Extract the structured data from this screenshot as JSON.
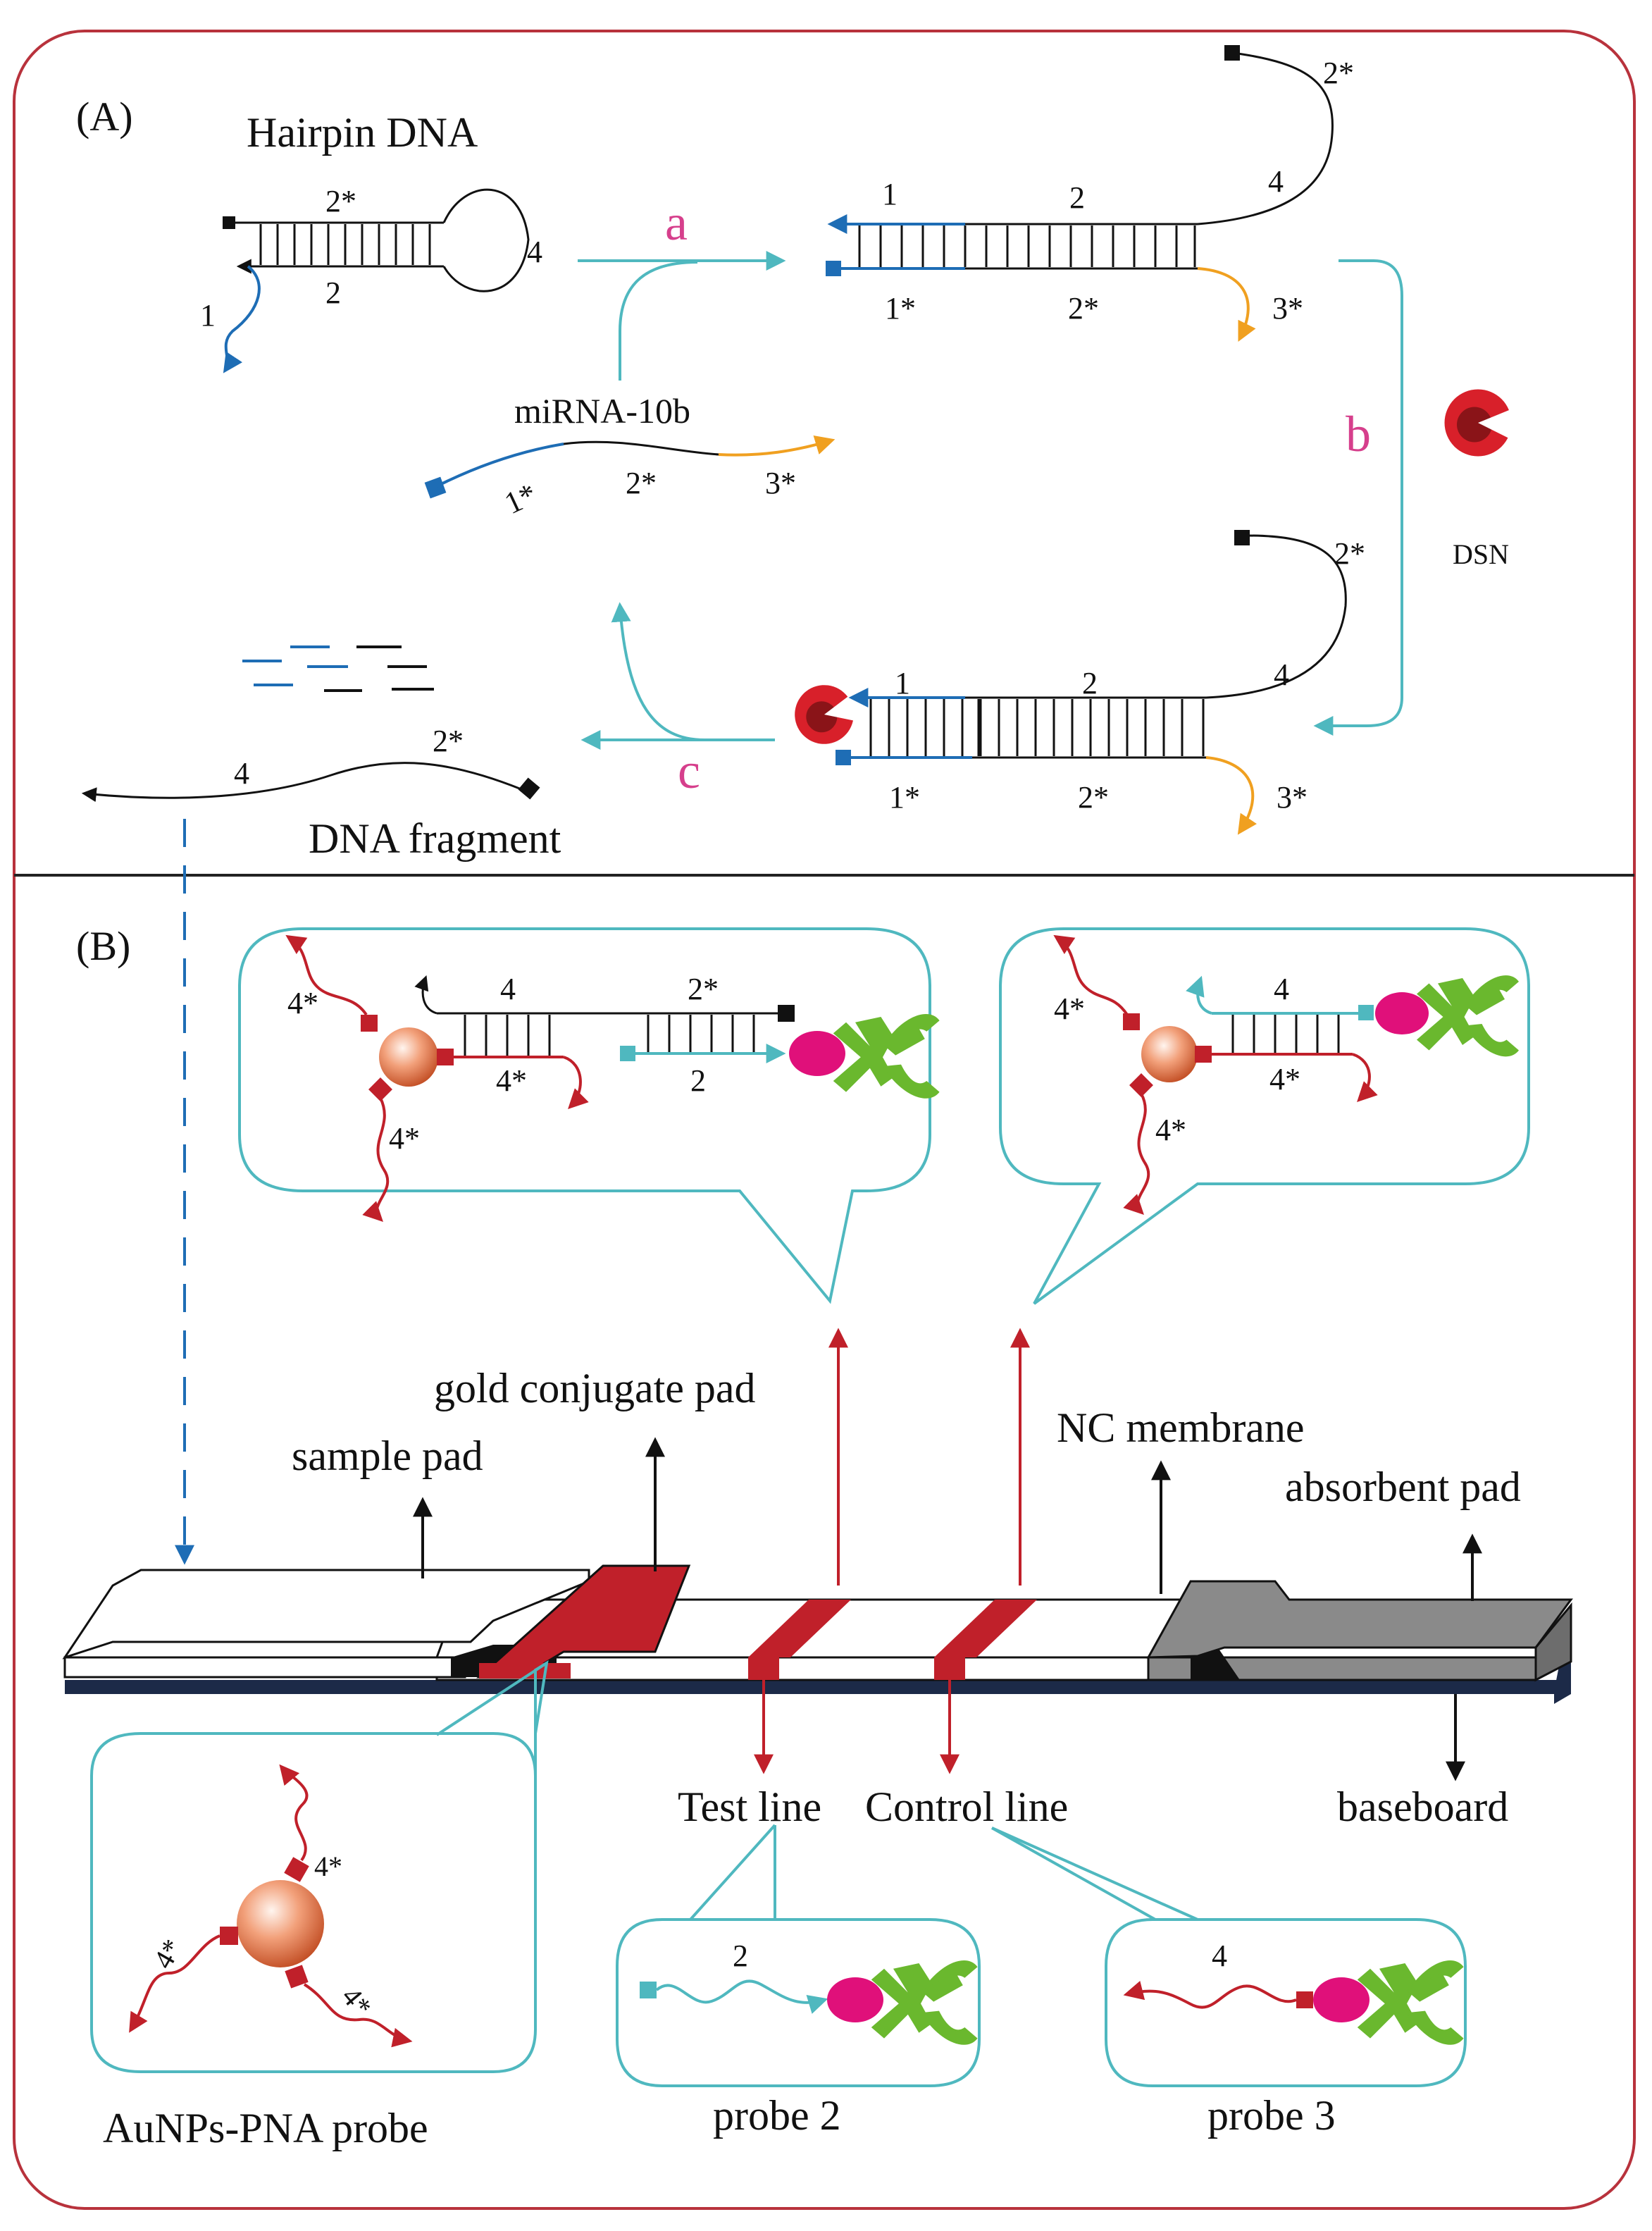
{
  "panel_a": {
    "label": "(A)",
    "hairpin_title": "Hairpin DNA",
    "hairpin_top": "2*",
    "hairpin_bottom": "2",
    "hairpin_loop": "4",
    "hairpin_tail": "1",
    "step_a": "a",
    "step_b": "b",
    "step_c": "c",
    "mirna_title": "miRNA-10b",
    "mirna_seg1": "1*",
    "mirna_seg2": "2*",
    "mirna_seg3": "3*",
    "duplex_top": [
      "1",
      "2",
      "4",
      "2*"
    ],
    "duplex_bottom": [
      "1*",
      "2*",
      "3*"
    ],
    "dsn_label": "DSN",
    "fragment_label": "DNA fragment",
    "fragment_seg1": "4",
    "fragment_seg2": "2*"
  },
  "panel_b": {
    "label": "(B)",
    "test_callout": {
      "tail": "4*",
      "mid_top": "4",
      "mid_bottom": "4*",
      "right_top": "2*",
      "right_bottom": "2",
      "lower": "4*"
    },
    "control_callout": {
      "tail": "4*",
      "top": "4",
      "bottom": "4*",
      "lower": "4*"
    },
    "strip_labels": {
      "sample_pad": "sample pad",
      "gold_pad": "gold conjugate pad",
      "nc_membrane": "NC  membrane",
      "absorbent_pad": "absorbent pad",
      "baseboard": "baseboard",
      "test_line": "Test line",
      "control_line": "Control line"
    },
    "aunp_probe": {
      "title": "AuNPs-PNA probe",
      "arm_top": "4*",
      "arm_left": "4*",
      "arm_right": "4*"
    },
    "probe2": {
      "title": "probe 2",
      "seg": "2"
    },
    "probe3": {
      "title": "probe 3",
      "seg": "4"
    }
  },
  "colors": {
    "frame": "#b8323c",
    "cyan": "#4fb8bf",
    "blue": "#1e6db5",
    "orange": "#f0a020",
    "magenta": "#d63f8c",
    "red": "#c0202a",
    "green": "#6ab82e",
    "pink": "#e0107a",
    "gray": "#8a8a8a",
    "navy": "#1c2a48"
  }
}
